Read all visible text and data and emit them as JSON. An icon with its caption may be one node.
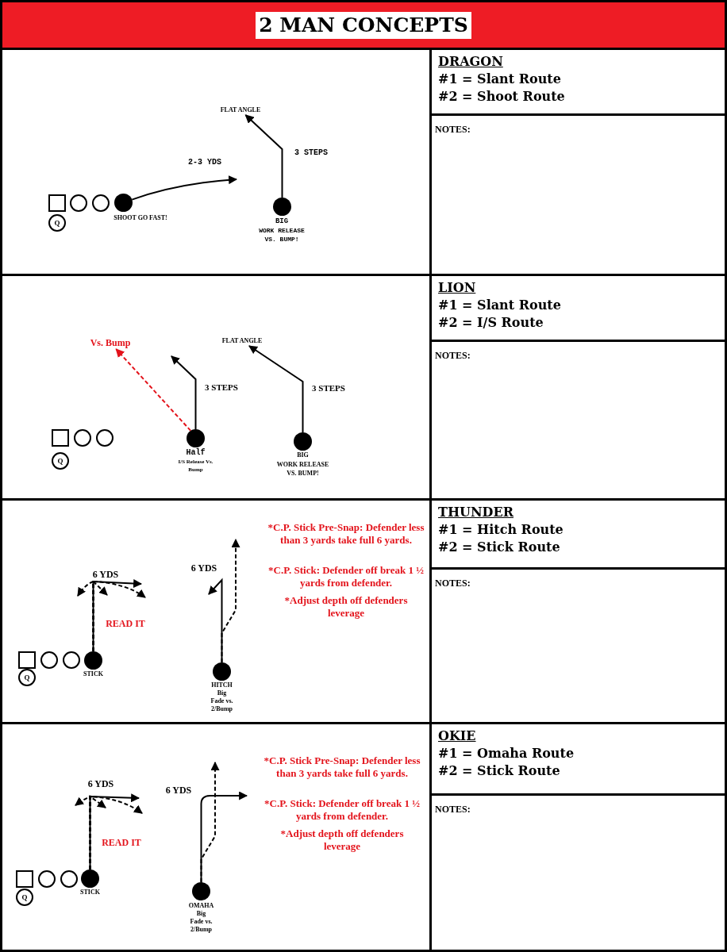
{
  "diagram": {
    "title": "2 MAN CONCEPTS",
    "nodes": [
      {
        "text": [],
        "shape": "box"
      },
      {
        "text": [],
        "shape": "box",
        "in": 0
      },
      {
        "text": [],
        "shape": "circle",
        "in": 0
      },
      {
        "text": [],
        "shape": "circle",
        "in": 0
      },
      {
        "text": [],
        "shape": "dot",
        "in": 0,
        "beside": [
          "SHOOT GO FAST!"
        ]
      },
      {
        "text": [],
        "shape": "dot",
        "in": 0,
        "beside": [
          "BIG",
          "WORK RELEASE VS. BUMP!"
        ]
      },
      {
        "text": [
          "Q"
        ],
        "in": 0
      },
      {
        "text": [
          "DRAGON",
          "#1 = Slant Route",
          "#2 = Shoot Route"
        ]
      },
      {
        "text": [
          "NOTES:"
        ]
      },
      {
        "text": [],
        "shape": "box"
      },
      {
        "text": [],
        "shape": "box",
        "in": 9
      },
      {
        "text": [],
        "shape": "circle",
        "in": 9
      },
      {
        "text": [],
        "shape": "circle",
        "in": 9
      },
      {
        "text": [],
        "shape": "dot",
        "in": 9,
        "beside": [
          "Half",
          "I/S Release Vs. Bump"
        ]
      },
      {
        "text": [],
        "shape": "dot",
        "in": 9,
        "beside": [
          "BIG",
          "WORK RELEASE VS. BUMP!"
        ]
      },
      {
        "text": [
          "Q"
        ],
        "in": 9
      },
      {
        "text": [
          "LION",
          "#1 = Slant Route",
          "#2 = I/S Route"
        ]
      },
      {
        "text": [
          "NOTES:"
        ]
      },
      {
        "text": [],
        "shape": "box"
      },
      {
        "text": [],
        "shape": "box",
        "in": 18
      },
      {
        "text": [],
        "shape": "circle",
        "in": 18
      },
      {
        "text": [],
        "shape": "circle",
        "in": 18
      },
      {
        "text": [],
        "shape": "dot",
        "in": 18,
        "beside": [
          "STICK"
        ]
      },
      {
        "text": [],
        "shape": "dot",
        "in": 18,
        "beside": [
          "HITCH",
          "Big",
          "Fade vs. 2/Bump"
        ]
      },
      {
        "text": [
          "Q"
        ],
        "in": 18
      },
      {
        "text": [
          "THUNDER",
          "#1 = Hitch Route",
          "#2 = Stick Route"
        ]
      },
      {
        "text": [
          "NOTES:"
        ]
      },
      {
        "text": [],
        "shape": "box"
      },
      {
        "text": [],
        "shape": "box",
        "in": 27
      },
      {
        "text": [],
        "shape": "circle",
        "in": 27
      },
      {
        "text": [],
        "shape": "circle",
        "in": 27
      },
      {
        "text": [],
        "shape": "dot",
        "in": 27,
        "beside": [
          "STICK"
        ]
      },
      {
        "text": [],
        "shape": "dot",
        "in": 27,
        "beside": [
          "OMAHA",
          "Big",
          "Fade vs. 2/Bump"
        ]
      },
      {
        "text": [
          "Q"
        ],
        "in": 27
      },
      {
        "text": [
          "OKIE",
          "#1 = Omaha Route",
          "#2 = Stick Route"
        ]
      },
      {
        "text": [
          "NOTES:"
        ]
      },
      {
        "text": [
          "FLAT ANGLE"
        ],
        "in": 0
      },
      {
        "text": [
          "Vs. Bump"
        ],
        "in": 9
      },
      {
        "text": [
          "FLAT ANGLE"
        ],
        "in": 9
      }
    ],
    "edges": [
      {
        "from": 4,
        "to": null,
        "arrow": "to"
      },
      {
        "from": 5,
        "to": 36,
        "arrow": "to"
      },
      {
        "from": 13,
        "to": null,
        "arrow": "to"
      },
      {
        "from": 13,
        "to": 37,
        "arrow": "to",
        "style": "dashed",
        "color": "#e3131b"
      },
      {
        "from": 14,
        "to": 38,
        "arrow": "to"
      },
      {
        "from": 22,
        "to": null,
        "arrow": "to"
      },
      {
        "from": 22,
        "to": null,
        "arrow": "to",
        "style": "dashed"
      },
      {
        "from": 22,
        "to": null,
        "arrow": "to",
        "style": "dashed"
      },
      {
        "from": 22,
        "to": null,
        "arrow": "to",
        "style": "dashed"
      },
      {
        "from": 23,
        "to": null,
        "arrow": "to"
      },
      {
        "from": 23,
        "to": null,
        "arrow": "to",
        "style": "dashed"
      },
      {
        "from": 31,
        "to": null,
        "arrow": "to"
      },
      {
        "from": 31,
        "to": null,
        "arrow": "to",
        "style": "dashed"
      },
      {
        "from": 31,
        "to": null,
        "arrow": "to",
        "style": "dashed"
      },
      {
        "from": 31,
        "to": null,
        "arrow": "to",
        "style": "dashed"
      },
      {
        "from": 32,
        "to": null,
        "arrow": "to"
      },
      {
        "from": 32,
        "to": null,
        "arrow": "to",
        "style": "dashed"
      }
    ],
    "labels": [
      "3 STEPS",
      "2-3 YDS",
      "3 STEPS",
      "3 STEPS",
      "6 YDS",
      "6 YDS",
      "READ IT",
      "*C.P. Stick Pre-Snap:  Defender less than 3 yards take full 6 yards.",
      "*C.P. Stick: Defender off break 1 ½ yards from defender.",
      "*Adjust depth off defenders leverage",
      "6 YDS",
      "6 YDS",
      "READ IT",
      "*C.P. Stick Pre-Snap:  Defender less than 3 yards take full 6 yards.",
      "*C.P. Stick: Defender off break 1 ½ yards from defender.",
      "*Adjust depth off defenders leverage"
    ]
  }
}
